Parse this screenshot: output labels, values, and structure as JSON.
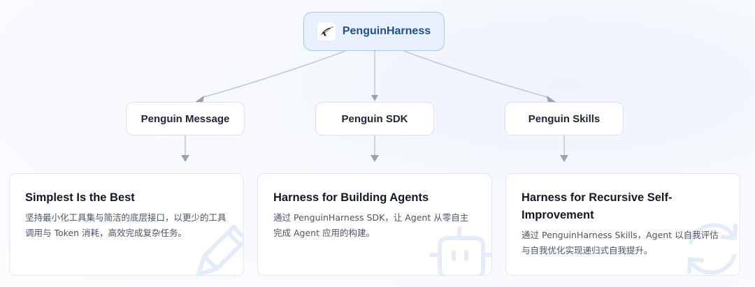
{
  "root": {
    "title": "PenguinHarness",
    "logo_icon": "penguin-logo-icon"
  },
  "branches": [
    {
      "label": "Penguin Message"
    },
    {
      "label": "Penguin SDK"
    },
    {
      "label": "Penguin Skills"
    }
  ],
  "cards": [
    {
      "title": "Simplest Is the Best",
      "description": "坚持最小化工具集与简洁的底层接口，以更少的工具调用与 Token 消耗，高效完成复杂任务。",
      "icon": "pencil-icon"
    },
    {
      "title": "Harness for Building Agents",
      "description": "通过 PenguinHarness SDK，让 Agent 从零自主完成 Agent 应用的构建。",
      "icon": "robot-icon"
    },
    {
      "title": "Harness for Recursive Self-Improvement",
      "description": "通过 PenguinHarness Skills，Agent 以自我评估与自我优化实现递归式自我提升。",
      "icon": "refresh-icon"
    }
  ],
  "colors": {
    "root_border": "#a9c8ef",
    "root_fill": "#e7f0fc",
    "root_text": "#1e4f8f",
    "connector": "#b4bcc8",
    "arrowhead": "#9aa3b0"
  }
}
